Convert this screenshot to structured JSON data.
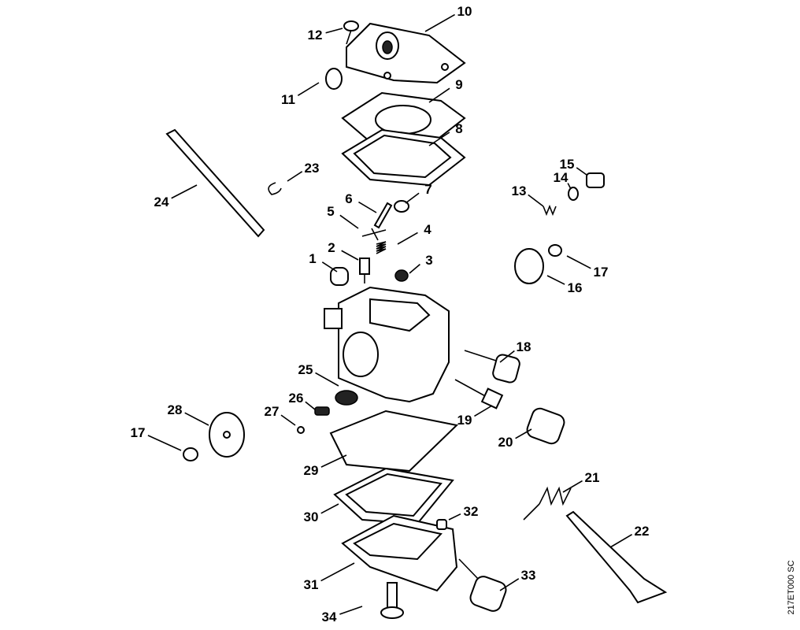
{
  "diagram": {
    "title_code": "217ET000 SC",
    "callouts": [
      "12",
      "10",
      "11",
      "9",
      "8",
      "23",
      "24",
      "7",
      "6",
      "5",
      "4",
      "2",
      "1",
      "3",
      "15",
      "14",
      "13",
      "17",
      "16",
      "18",
      "25",
      "26",
      "27",
      "28",
      "17",
      "19",
      "20",
      "29",
      "21",
      "30",
      "32",
      "22",
      "31",
      "33",
      "34"
    ]
  }
}
